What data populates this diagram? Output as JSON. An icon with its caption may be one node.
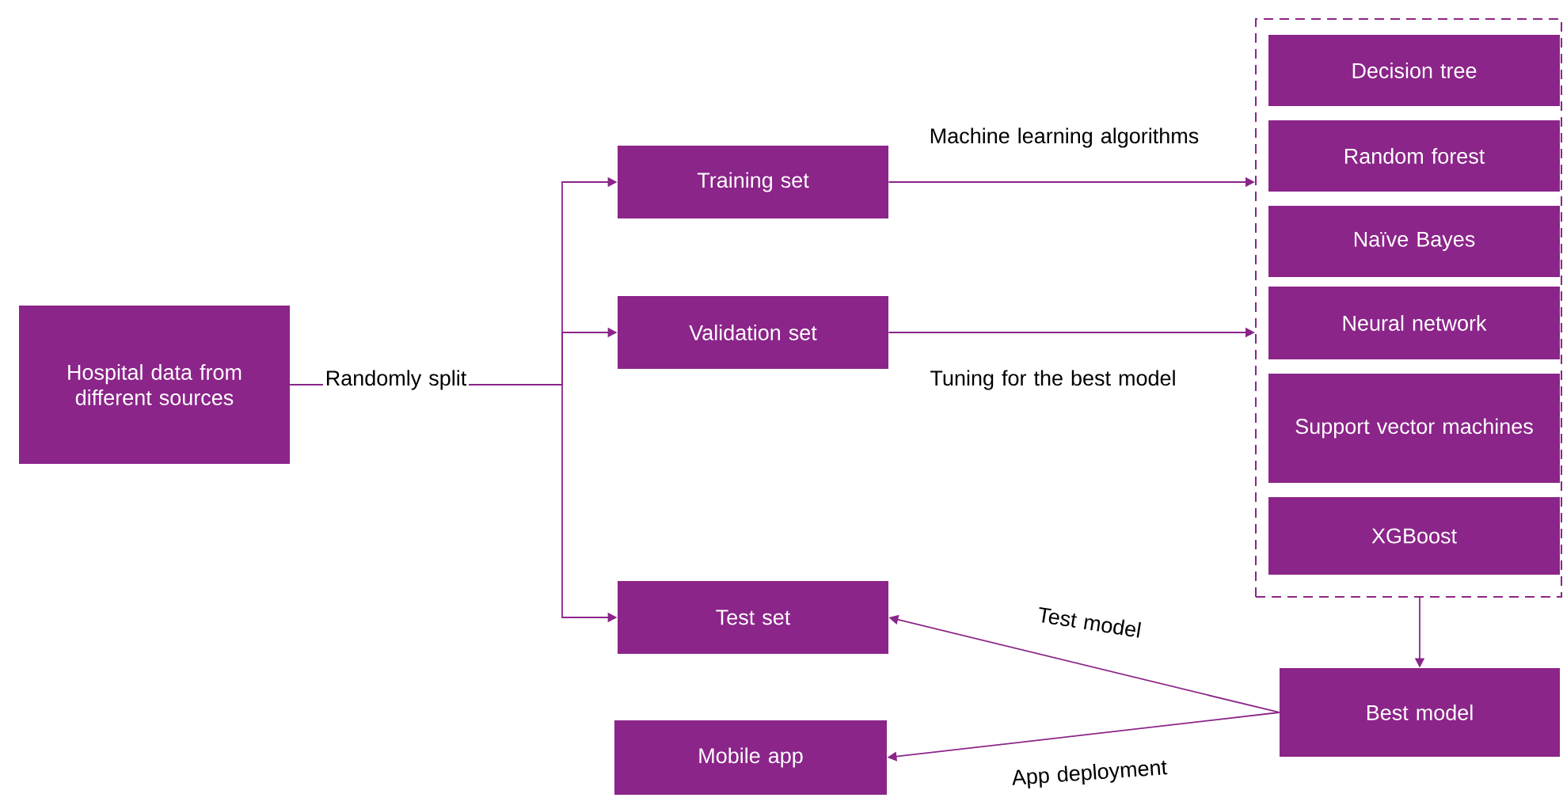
{
  "diagram": {
    "nodes": [
      {
        "text": [
          "Hospital data from different sources"
        ]
      },
      {
        "text": [
          "Training set"
        ]
      },
      {
        "text": [
          "Validation set"
        ]
      },
      {
        "text": [
          "Test set"
        ]
      },
      {
        "text": [],
        "shape": "box"
      },
      {
        "text": [
          "Decision tree"
        ],
        "in": 4
      },
      {
        "text": [
          "Random forest"
        ],
        "in": 4
      },
      {
        "text": [
          "Naïve Bayes"
        ],
        "in": 4
      },
      {
        "text": [
          "Neural network"
        ],
        "in": 4
      },
      {
        "text": [
          "Support vector machines"
        ],
        "in": 4
      },
      {
        "text": [
          "XGBoost"
        ],
        "in": 4
      },
      {
        "text": [
          "Best model"
        ]
      },
      {
        "text": [
          "Mobile app"
        ]
      }
    ],
    "edges": [
      {
        "from": 0,
        "to": 1,
        "arrow": "to",
        "label": "Randomly split"
      },
      {
        "from": 0,
        "to": 2,
        "arrow": "to"
      },
      {
        "from": 0,
        "to": 3,
        "arrow": "to"
      },
      {
        "from": 1,
        "to": 4,
        "arrow": "to",
        "label": "Machine learning algorithms"
      },
      {
        "from": 2,
        "to": 4,
        "arrow": "to",
        "label": "Tuning for the best model"
      },
      {
        "from": 4,
        "to": 11,
        "arrow": "to"
      },
      {
        "from": 11,
        "to": 3,
        "arrow": "to",
        "label": "Test model"
      },
      {
        "from": 11,
        "to": 12,
        "arrow": "to",
        "label": "App deployment"
      }
    ]
  }
}
